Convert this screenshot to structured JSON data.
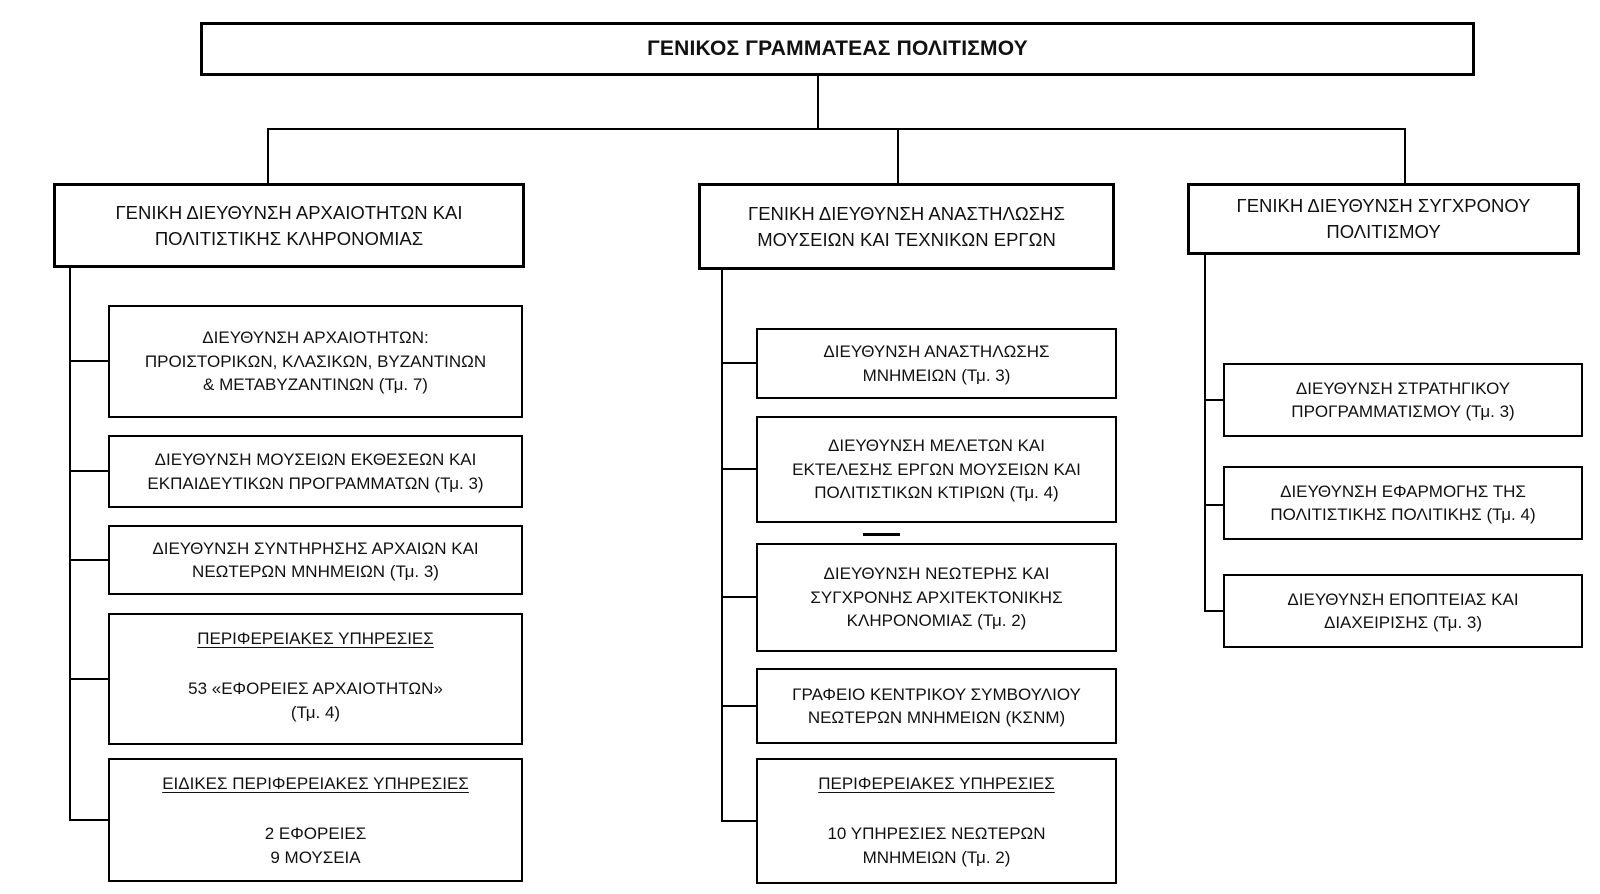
{
  "page": {
    "background_color": "#ffffff",
    "line_color": "#000000",
    "text_color": "#111111"
  },
  "root": {
    "label": "ΓΕΝΙΚΟΣ ΓΡΑΜΜΑΤΕΑΣ ΠΟΛΙΤΙΣΜΟΥ"
  },
  "branches": [
    {
      "header": {
        "lines": [
          "ΓΕΝΙΚΗ ΔΙΕΥΘΥΝΣΗ ΑΡΧΑΙΟΤΗΤΩΝ ΚΑΙ",
          "ΠΟΛΙΤΙΣΤΙΚΗΣ ΚΛΗΡΟΝΟΜΙΑΣ"
        ]
      },
      "children": [
        {
          "lines": [
            "ΔΙΕΥΘΥΝΣΗ ΑΡΧΑΙΟΤΗΤΩΝ:",
            "ΠΡΟΙΣΤΟΡΙΚΩΝ, ΚΛΑΣΙΚΩΝ, ΒΥΖΑΝΤΙΝΩΝ",
            "& ΜΕΤΑΒΥΖΑΝΤΙΝΩΝ (Τμ. 7)"
          ]
        },
        {
          "lines": [
            "ΔΙΕΥΘΥΝΣΗ ΜΟΥΣΕΙΩΝ ΕΚΘΕΣΕΩΝ ΚΑΙ",
            "ΕΚΠΑΙΔΕΥΤΙΚΩΝ ΠΡΟΓΡΑΜΜΑΤΩΝ (Τμ. 3)"
          ]
        },
        {
          "lines": [
            "ΔΙΕΥΘΥΝΣΗ ΣΥΝΤΗΡΗΣΗΣ ΑΡΧΑΙΩΝ ΚΑΙ",
            "ΝΕΩΤΕΡΩΝ ΜΝΗΜΕΙΩΝ (Τμ. 3)"
          ]
        },
        {
          "title": "ΠΕΡΙΦΕΡΕΙΑΚΕΣ ΥΠΗΡΕΣΙΕΣ",
          "lines": [
            "53 «ΕΦΟΡΕΙΕΣ ΑΡΧΑΙΟΤΗΤΩΝ»",
            "(Τμ. 4)"
          ]
        },
        {
          "title": "ΕΙΔΙΚΕΣ ΠΕΡΙΦΕΡΕΙΑΚΕΣ ΥΠΗΡΕΣΙΕΣ",
          "lines": [
            "2 ΕΦΟΡΕΙΕΣ",
            "9 ΜΟΥΣΕΙΑ"
          ]
        }
      ]
    },
    {
      "header": {
        "lines": [
          "ΓΕΝΙΚΗ ΔΙΕΥΘΥΝΣΗ ΑΝΑΣΤΗΛΩΣΗΣ",
          "ΜΟΥΣΕΙΩΝ ΚΑΙ ΤΕΧΝΙΚΩΝ ΕΡΓΩΝ"
        ]
      },
      "children": [
        {
          "lines": [
            "ΔΙΕΥΘΥΝΣΗ ΑΝΑΣΤΗΛΩΣΗΣ",
            "ΜΝΗΜΕΙΩΝ (Τμ. 3)"
          ]
        },
        {
          "lines": [
            "ΔΙΕΥΘΥΝΣΗ ΜΕΛΕΤΩΝ ΚΑΙ",
            "ΕΚΤΕΛΕΣΗΣ ΕΡΓΩΝ ΜΟΥΣΕΙΩΝ ΚΑΙ",
            "ΠΟΛΙΤΙΣΤΙΚΩΝ ΚΤΙΡΙΩΝ (Τμ. 4)"
          ]
        },
        {
          "lines": [
            "ΔΙΕΥΘΥΝΣΗ ΝΕΩΤΕΡΗΣ ΚΑΙ",
            "ΣΥΓΧΡΟΝΗΣ ΑΡΧΙΤΕΚΤΟΝΙΚΗΣ",
            "ΚΛΗΡΟΝΟΜΙΑΣ (Τμ. 2)"
          ]
        },
        {
          "lines": [
            "ΓΡΑΦΕΙΟ ΚΕΝΤΡΙΚΟΥ ΣΥΜΒΟΥΛΙΟΥ",
            "ΝΕΩΤΕΡΩΝ ΜΝΗΜΕΙΩΝ (ΚΣΝΜ)"
          ]
        },
        {
          "title": "ΠΕΡΙΦΕΡΕΙΑΚΕΣ ΥΠΗΡΕΣΙΕΣ",
          "lines": [
            "10 ΥΠΗΡΕΣΙΕΣ ΝΕΩΤΕΡΩΝ",
            "ΜΝΗΜΕΙΩΝ (Τμ. 2)"
          ]
        }
      ]
    },
    {
      "header": {
        "lines": [
          "ΓΕΝΙΚΗ ΔΙΕΥΘΥΝΣΗ ΣΥΓΧΡΟΝΟΥ",
          "ΠΟΛΙΤΙΣΜΟΥ"
        ]
      },
      "children": [
        {
          "lines": [
            "ΔΙΕΥΘΥΝΣΗ ΣΤΡΑΤΗΓΙΚΟΥ",
            "ΠΡΟΓΡΑΜΜΑΤΙΣΜΟΥ (Τμ. 3)"
          ]
        },
        {
          "lines": [
            "ΔΙΕΥΘΥΝΣΗ ΕΦΑΡΜΟΓΗΣ ΤΗΣ",
            "ΠΟΛΙΤΙΣΤΙΚΗΣ ΠΟΛΙΤΙΚΗΣ (Τμ. 4)"
          ]
        },
        {
          "lines": [
            "ΔΙΕΥΘΥΝΣΗ ΕΠΟΠΤΕΙΑΣ ΚΑΙ",
            "ΔΙΑΧΕΙΡΙΣΗΣ (Τμ. 3)"
          ]
        }
      ]
    }
  ]
}
